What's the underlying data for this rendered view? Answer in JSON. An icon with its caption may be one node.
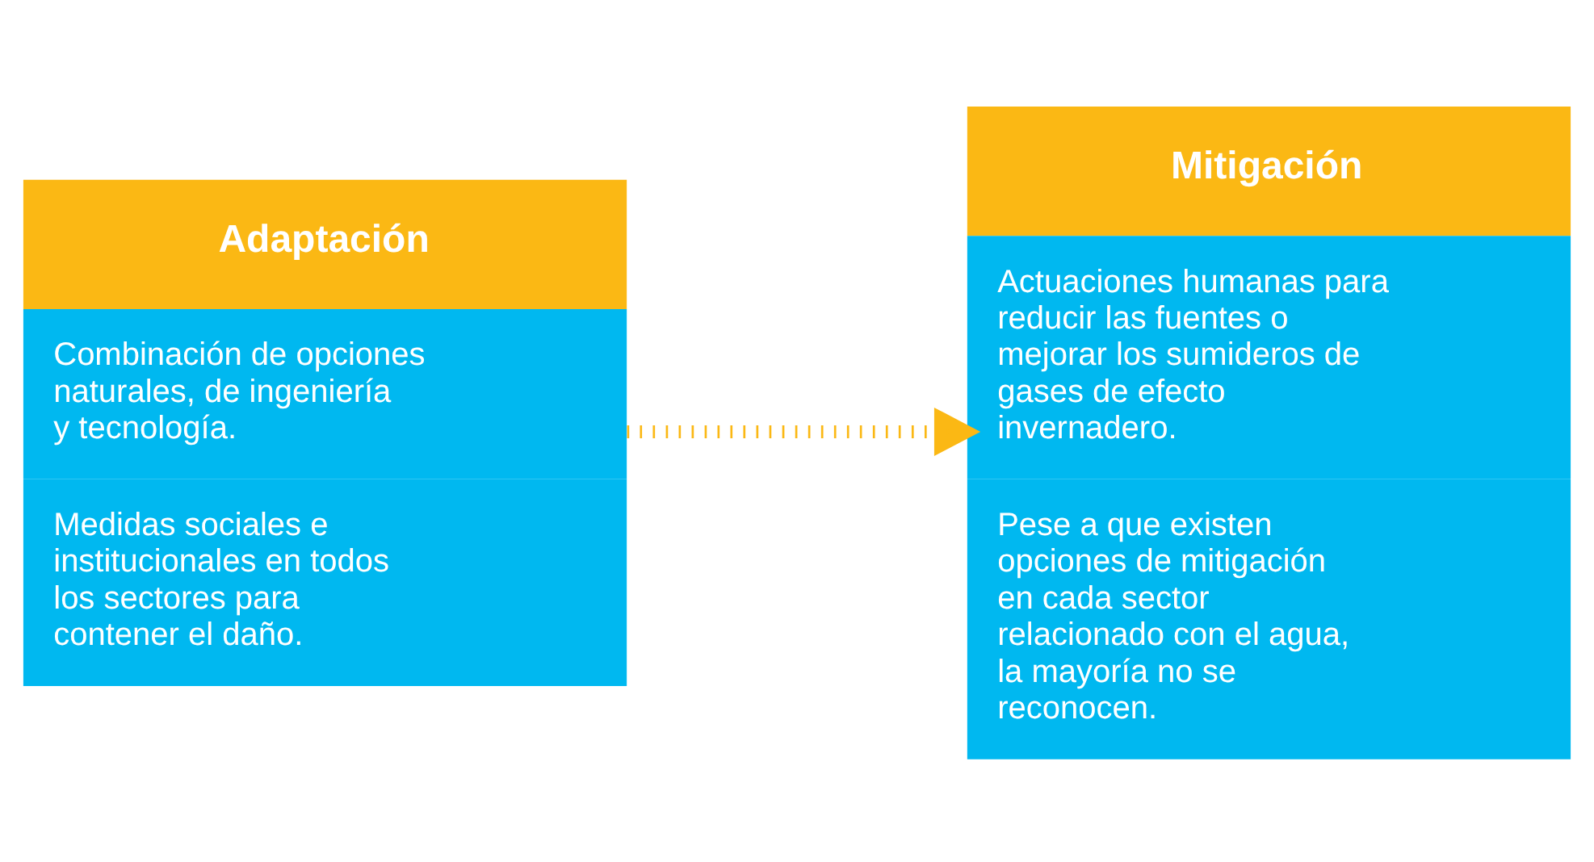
{
  "diagram": {
    "nodes": [
      {
        "text": [
          "Adaptación",
          "Combinación de opciones naturales, de ingeniería y tecnología.",
          "Medidas sociales e institucionales en todos los sectores para contener el daño."
        ]
      },
      {
        "text": [
          "Mitigación",
          "Actuaciones humanas para reducir las fuentes o mejorar los sumideros de gases de efecto invernadero.",
          "Pese a que existen opciones de mitigación en cada sector relacionado con el agua, la mayoría no se reconocen."
        ]
      }
    ],
    "edges": [
      {
        "from": 0,
        "to": 1,
        "arrow": "to",
        "style": "dashed"
      }
    ]
  }
}
